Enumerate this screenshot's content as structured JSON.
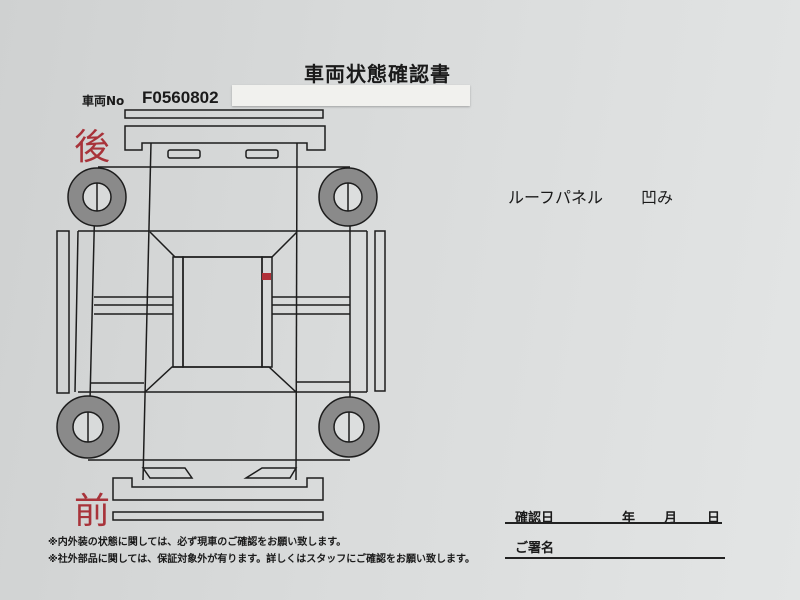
{
  "document": {
    "title": "車両状態確認書",
    "vehicle_no_label": "車両No",
    "vehicle_no": "F0560802",
    "rear_label": "後",
    "front_label": "前"
  },
  "damage": {
    "part": "ルーフパネル",
    "type": "凹み"
  },
  "notes": [
    "※内外装の状態に関しては、必ず現車のご確認をお願い致します。",
    "※社外部品に関しては、保証対象外が有ります。詳しくはスタッフにご確認をお願い致します。"
  ],
  "confirmation": {
    "date_label": "確認日",
    "year": "年",
    "month": "月",
    "day": "日",
    "signature_label": "ご署名"
  },
  "colors": {
    "accent": "#a8333a",
    "damage_mark": "#b03038"
  }
}
